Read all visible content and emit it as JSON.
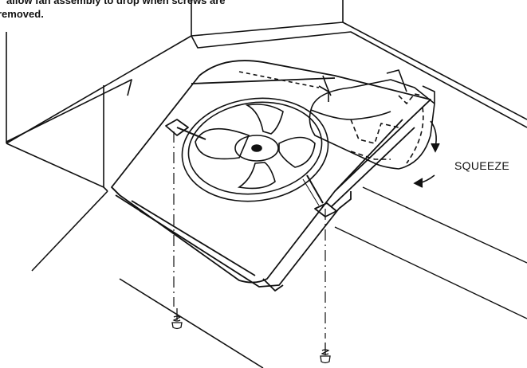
{
  "caption": {
    "line1": "allow fan assembly to drop when screws are",
    "line2": "removed."
  },
  "labels": {
    "squeeze": "SQUEEZE"
  },
  "colors": {
    "ink": "#111111",
    "paper": "#ffffff"
  }
}
